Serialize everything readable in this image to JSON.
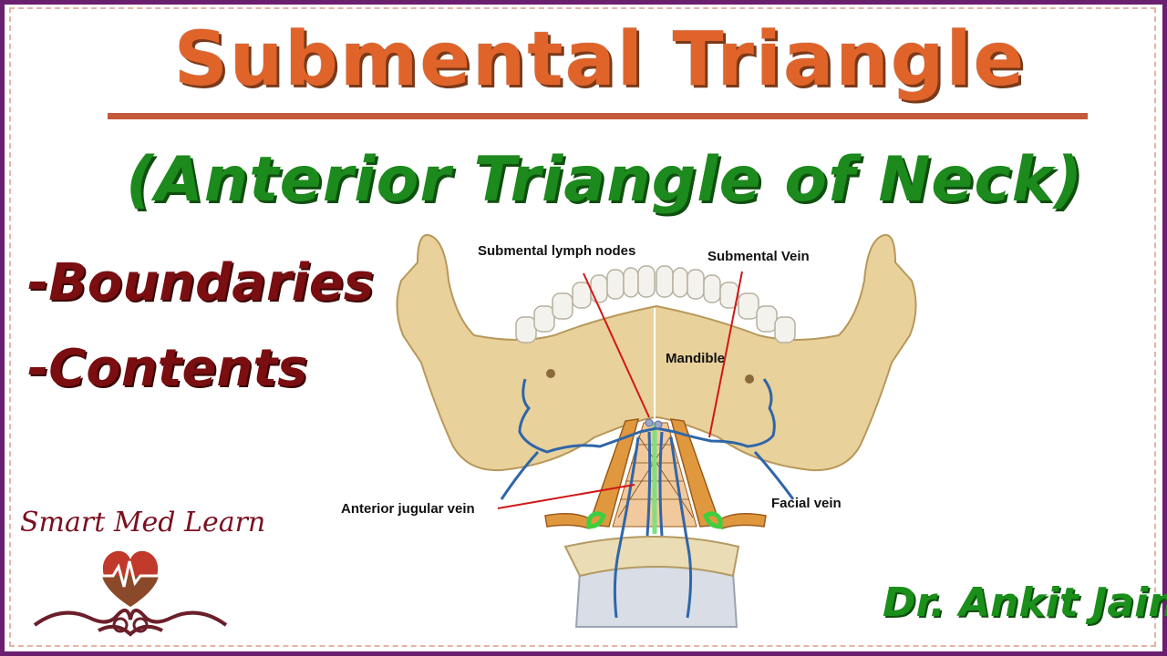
{
  "title": "Submental Triangle",
  "subtitle": "(Anterior Triangle of Neck)",
  "topics": [
    "-Boundaries",
    "-Contents"
  ],
  "labels": {
    "lymph_nodes": "Submental lymph nodes",
    "submental_vein": "Submental Vein",
    "mandible": "Mandible",
    "anterior_jugular_vein": "Anterior jugular vein",
    "facial_vein": "Facial vein"
  },
  "logo_text": "Smart Med Learn",
  "author": "Dr. Ankit Jain",
  "colors": {
    "title": "#e0642a",
    "subtitle": "#1c8a1c",
    "topics": "#7a0e10",
    "bone": "#e8d19a",
    "vein": "#2f66a8",
    "muscle": "#e0983f",
    "pointer": "#d01818",
    "frame": "#6b1f6f"
  }
}
